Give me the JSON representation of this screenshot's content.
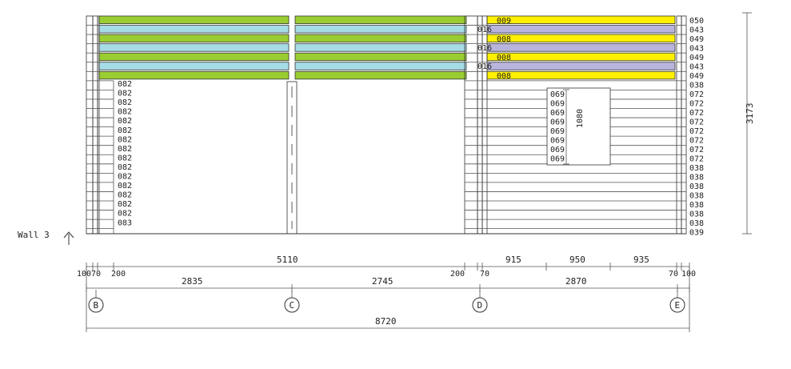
{
  "wall_label": "Wall 3",
  "colors": {
    "green": "#9acd32",
    "cyan": "#a6dce6",
    "yellow": "#fff000",
    "lavender": "#b9b4dc",
    "line": "#333333"
  },
  "left_log_labels": [
    "082",
    "082",
    "082",
    "082",
    "082",
    "082",
    "082",
    "082",
    "082",
    "082",
    "082",
    "082",
    "082",
    "082",
    "082",
    "083"
  ],
  "right_log_labels": [
    "050",
    "043",
    "049",
    "043",
    "049",
    "043",
    "049",
    "038",
    "072",
    "072",
    "072",
    "072",
    "072",
    "072",
    "072",
    "072",
    "038",
    "038",
    "038",
    "038",
    "038",
    "038",
    "038",
    "039"
  ],
  "window_labels": [
    "069",
    "069",
    "069",
    "069",
    "069",
    "069",
    "069",
    "069"
  ],
  "window_height": "1080",
  "insert_labels": {
    "i009": "009",
    "i016a": "016",
    "i008a": "008",
    "i016b": "016",
    "i008b": "008",
    "i016c": "016",
    "i008c": "008"
  },
  "total_height": "3173",
  "dims_top": {
    "d100l": "100",
    "d70a": "70",
    "d200a": "200",
    "span": "5110",
    "d200b": "200",
    "d70b": "70",
    "d915": "915",
    "d950": "950",
    "d935": "935",
    "d70c": "70",
    "d100r": "100"
  },
  "dims_mid": {
    "d2835": "2835",
    "d2745": "2745",
    "d2870": "2870"
  },
  "axes": [
    "B",
    "C",
    "D",
    "E"
  ],
  "overall": "8720"
}
